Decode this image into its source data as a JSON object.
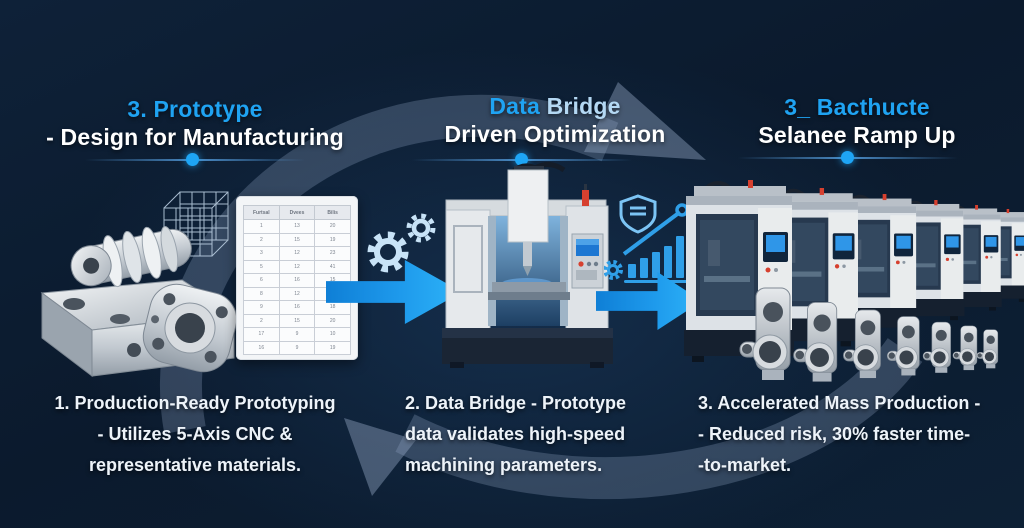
{
  "stages": [
    {
      "title_accent": "3. Prototype",
      "title_main": "- Design for Manufacturing",
      "caption_lines": [
        "1. Production-Ready Prototyping",
        "- Utilizes 5-Axis CNC &",
        "representative materials."
      ]
    },
    {
      "title_accent": "Data",
      "title_accent2": "Bridge",
      "title_main": "Driven Optimization",
      "caption_lines": [
        "2. Data Bridge - Prototype",
        "data validates high-speed",
        "machining parameters."
      ]
    },
    {
      "title_accent": "3_ Bacthucte",
      "title_main": "Selanee Ramp Up",
      "caption_lines": [
        "3. Accelerated Mass Production -",
        "- Reduced risk, 30% faster time-",
        "-to-market."
      ]
    }
  ],
  "table": {
    "headers": [
      "Furtsal",
      "Dvees",
      "Bilis"
    ],
    "rows": [
      [
        "1",
        "13",
        "20"
      ],
      [
        "2",
        "15",
        "19"
      ],
      [
        "3",
        "12",
        "23"
      ],
      [
        "5",
        "12",
        "41"
      ],
      [
        "6",
        "16",
        "15"
      ],
      [
        "8",
        "12",
        "11"
      ],
      [
        "9",
        "16",
        "18"
      ],
      [
        "2",
        "15",
        "20"
      ],
      [
        "17",
        "9",
        "10"
      ],
      [
        "16",
        "9",
        "19"
      ]
    ]
  },
  "colors": {
    "accent_blue": "#1fa3f2",
    "pale_blue": "#b4d8f3",
    "background_navy": "#0c1c30",
    "cycle_arrow_gray": "#8ea6bf",
    "status_red": "#d6402f"
  },
  "icons": {
    "gears": "gears-icon",
    "shield": "shield-icon",
    "bar_chart": "bar-chart-icon",
    "small_gear": "gear-small-icon",
    "wireframe_cube": "wireframe-cube-icon"
  }
}
